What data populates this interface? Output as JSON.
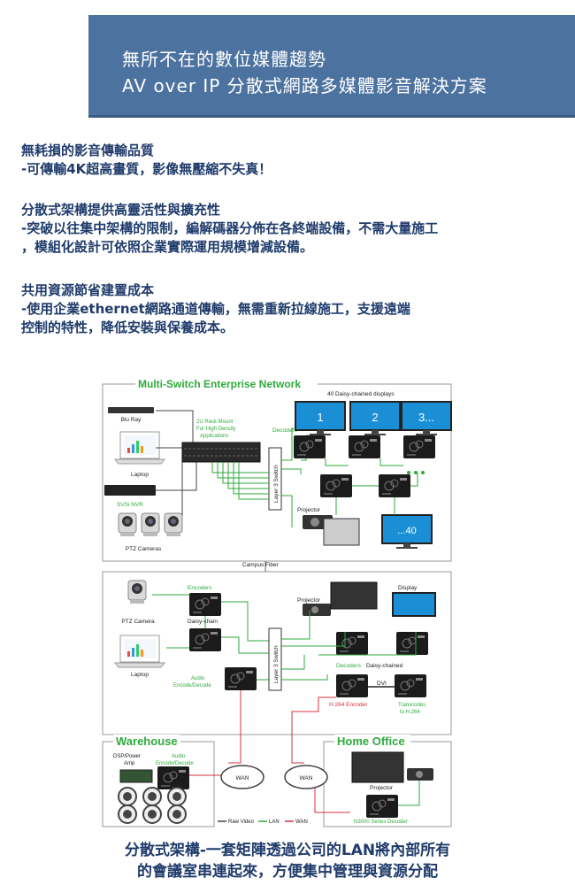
{
  "header": {
    "line1": "無所不在的數位媒體趨勢",
    "line2": "AV over IP 分散式網路多媒體影音解決方案"
  },
  "sections": [
    {
      "title": "無耗損的影音傳輸品質",
      "lines": [
        "-可傳輸4K超高畫質，影像無壓縮不失真！"
      ]
    },
    {
      "title": "分散式架構提供高靈活性與擴充性",
      "lines": [
        "-突破以往集中架構的限制，編解碼器分佈在各終端設備，不需大量施工",
        "，模組化設計可依照企業實際運用規模增減設備。"
      ]
    },
    {
      "title": "共用資源節省建置成本",
      "lines": [
        "-使用企業ethernet網路通道傳輸，無需重新拉線施工，支援遠端",
        "控制的特性，降低安裝與保養成本。"
      ]
    }
  ],
  "diagram": {
    "top_title": "Multi-Switch Enterprise Network",
    "daisy_title": "40 Daisy-chained displays",
    "display_numbers": [
      "1",
      "2",
      "3..."
    ],
    "display_40": "...40",
    "blu_ray": "Blu Ray",
    "laptop": "Laptop",
    "svsi_nvr": "SVSi NVR",
    "ptz_cameras": "PTZ Cameras",
    "rack_mount": [
      "2U Rack Mount",
      "For High Density",
      "Applications"
    ],
    "decoders": "Decoders",
    "layer3_switch": "Layer 3 Switch",
    "projector": "Projector",
    "campus_fiber": "Campus Fiber",
    "encoders": "Encoders",
    "daisy_chain": "Daisy-chain",
    "ptz_camera": "PTZ Camera",
    "audio_enc": [
      "Audio",
      "Encode/Decode"
    ],
    "display": "Display",
    "decoders_daisy": "Decoders",
    "daisy_chained": "Daisy-chained",
    "dvi": "DVI",
    "h264_encoder": "H.264 Encoder",
    "transcodes": [
      "Transcodes",
      "to H.264"
    ],
    "warehouse": "Warehouse",
    "dsp_amp": [
      "DSP/Power",
      "Amp"
    ],
    "wh_audio": [
      "Audio",
      "Encode/Decode"
    ],
    "wan": "WAN",
    "home_office": "Home Office",
    "n3000": "N3000 Series Decoder",
    "legend": {
      "raw": "Raw Video",
      "lan": "LAN",
      "wan": "WAN"
    },
    "unit_mark": "SVSi"
  },
  "caption": {
    "line1": "分散式架構-一套矩陣透過公司的LAN將內部所有",
    "line2": "的會議室串連起來，方便集中管理與資源分配"
  },
  "colors": {
    "banner": "#4c72a0",
    "text": "#1f3b6b",
    "green": "#2eaa3c",
    "red": "#d9303b",
    "display_blue": "#1a8fd6"
  }
}
